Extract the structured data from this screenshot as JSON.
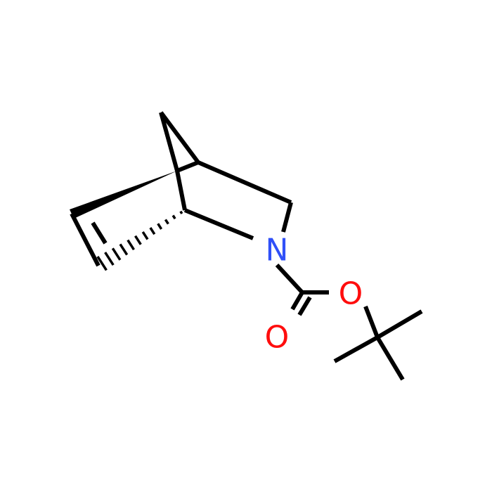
{
  "molecule": {
    "atoms": [
      {
        "id": "n1",
        "symbol": "N",
        "color": "#3050F8"
      },
      {
        "id": "o1",
        "symbol": "O",
        "color": "#FF0D0D"
      },
      {
        "id": "o2",
        "symbol": "O",
        "color": "#FF0D0D"
      }
    ]
  }
}
